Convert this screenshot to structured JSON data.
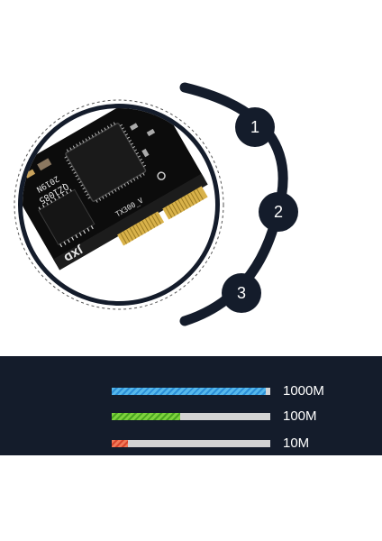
{
  "colors": {
    "dark_navy": "#141c2b",
    "track_grey": "#d3d3d3",
    "speed_1000_color": "#4aaeea",
    "speed_100_color": "#6cc236",
    "speed_10_color": "#e85a3d",
    "pcb_black": "#0c0c0c",
    "gold_contacts": "#d9b24a"
  },
  "product": {
    "chip_marking_1": "QZ1085",
    "chip_marking_2": "2019N",
    "logo_mark": "JXD",
    "board_label": "TX300_V"
  },
  "steps": [
    {
      "number": "1"
    },
    {
      "number": "2"
    },
    {
      "number": "3"
    }
  ],
  "speeds": [
    {
      "label": "1000M",
      "fill_fraction": 0.97,
      "color_name": "blue"
    },
    {
      "label": "100M",
      "fill_fraction": 0.43,
      "color_name": "green"
    },
    {
      "label": "10M",
      "fill_fraction": 0.1,
      "color_name": "red"
    }
  ]
}
